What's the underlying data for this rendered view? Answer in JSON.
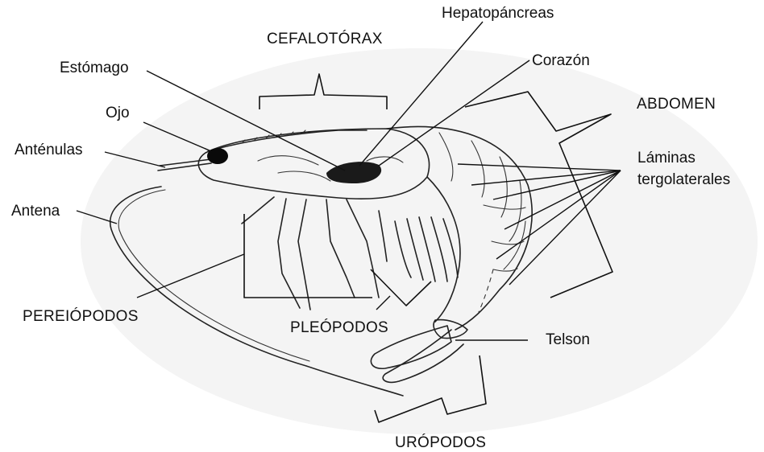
{
  "labels": {
    "hepatopancreas": "Hepatopáncreas",
    "cefalotorax": "CEFALOTÓRAX",
    "estomago": "Estómago",
    "corazon": "Corazón",
    "ojo": "Ojo",
    "abdomen": "ABDOMEN",
    "antenulas": "Anténulas",
    "laminas": "Láminas\ntergolaterales",
    "antena": "Antena",
    "pereiopodos": "PEREIÓPODOS",
    "pleopodos": "PLEÓPODOS",
    "telson": "Telson",
    "uropodos": "URÓPODOS"
  },
  "colors": {
    "ink": "#111111",
    "background": "#ffffff",
    "eye": "#0a0a0a",
    "organ": "#1a1a1a"
  }
}
